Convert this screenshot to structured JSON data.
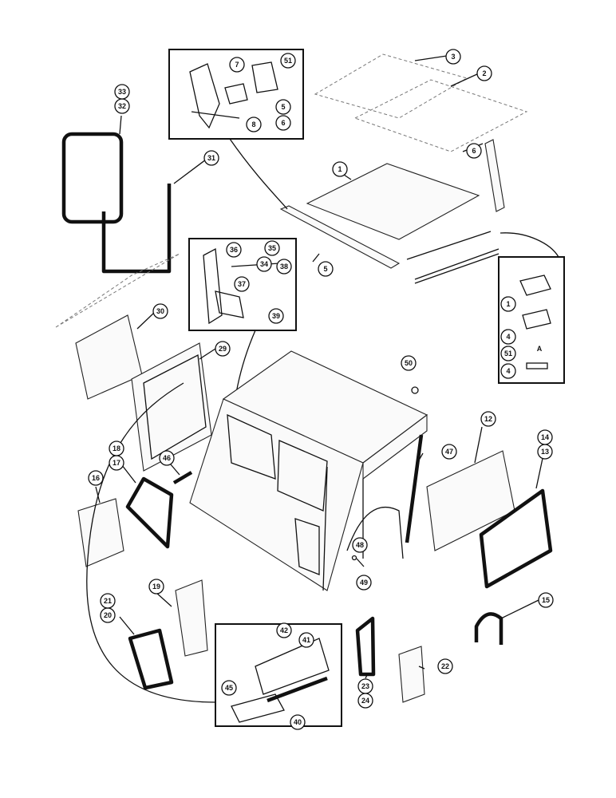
{
  "callouts": [
    {
      "id": "c1",
      "text": "1"
    },
    {
      "id": "c1b",
      "text": "1"
    },
    {
      "id": "c2",
      "text": "2"
    },
    {
      "id": "c3",
      "text": "3"
    },
    {
      "id": "c4a",
      "text": "4"
    },
    {
      "id": "c4b",
      "text": "4"
    },
    {
      "id": "c5a",
      "text": "5"
    },
    {
      "id": "c5b",
      "text": "5"
    },
    {
      "id": "c6a",
      "text": "6"
    },
    {
      "id": "c6b",
      "text": "6"
    },
    {
      "id": "c7",
      "text": "7"
    },
    {
      "id": "c8",
      "text": "8"
    },
    {
      "id": "c12",
      "text": "12"
    },
    {
      "id": "c13",
      "text": "13"
    },
    {
      "id": "c14",
      "text": "14"
    },
    {
      "id": "c15",
      "text": "15"
    },
    {
      "id": "c16",
      "text": "16"
    },
    {
      "id": "c17",
      "text": "17"
    },
    {
      "id": "c18",
      "text": "18"
    },
    {
      "id": "c19",
      "text": "19"
    },
    {
      "id": "c20",
      "text": "20"
    },
    {
      "id": "c21",
      "text": "21"
    },
    {
      "id": "c22",
      "text": "22"
    },
    {
      "id": "c23",
      "text": "23"
    },
    {
      "id": "c24",
      "text": "24"
    },
    {
      "id": "c29",
      "text": "29"
    },
    {
      "id": "c30",
      "text": "30"
    },
    {
      "id": "c31",
      "text": "31"
    },
    {
      "id": "c32",
      "text": "32"
    },
    {
      "id": "c33",
      "text": "33"
    },
    {
      "id": "c34",
      "text": "34"
    },
    {
      "id": "c35",
      "text": "35"
    },
    {
      "id": "c36",
      "text": "36"
    },
    {
      "id": "c37",
      "text": "37"
    },
    {
      "id": "c38",
      "text": "38"
    },
    {
      "id": "c39",
      "text": "39"
    },
    {
      "id": "c40",
      "text": "40"
    },
    {
      "id": "c41",
      "text": "41"
    },
    {
      "id": "c42",
      "text": "42"
    },
    {
      "id": "c45",
      "text": "45"
    },
    {
      "id": "c46",
      "text": "46"
    },
    {
      "id": "c47",
      "text": "47"
    },
    {
      "id": "c48",
      "text": "48"
    },
    {
      "id": "c49",
      "text": "49"
    },
    {
      "id": "c50",
      "text": "50"
    },
    {
      "id": "c51a",
      "text": "51"
    },
    {
      "id": "c51b",
      "text": "51"
    }
  ],
  "inset_marks": {
    "a_label": "A"
  }
}
